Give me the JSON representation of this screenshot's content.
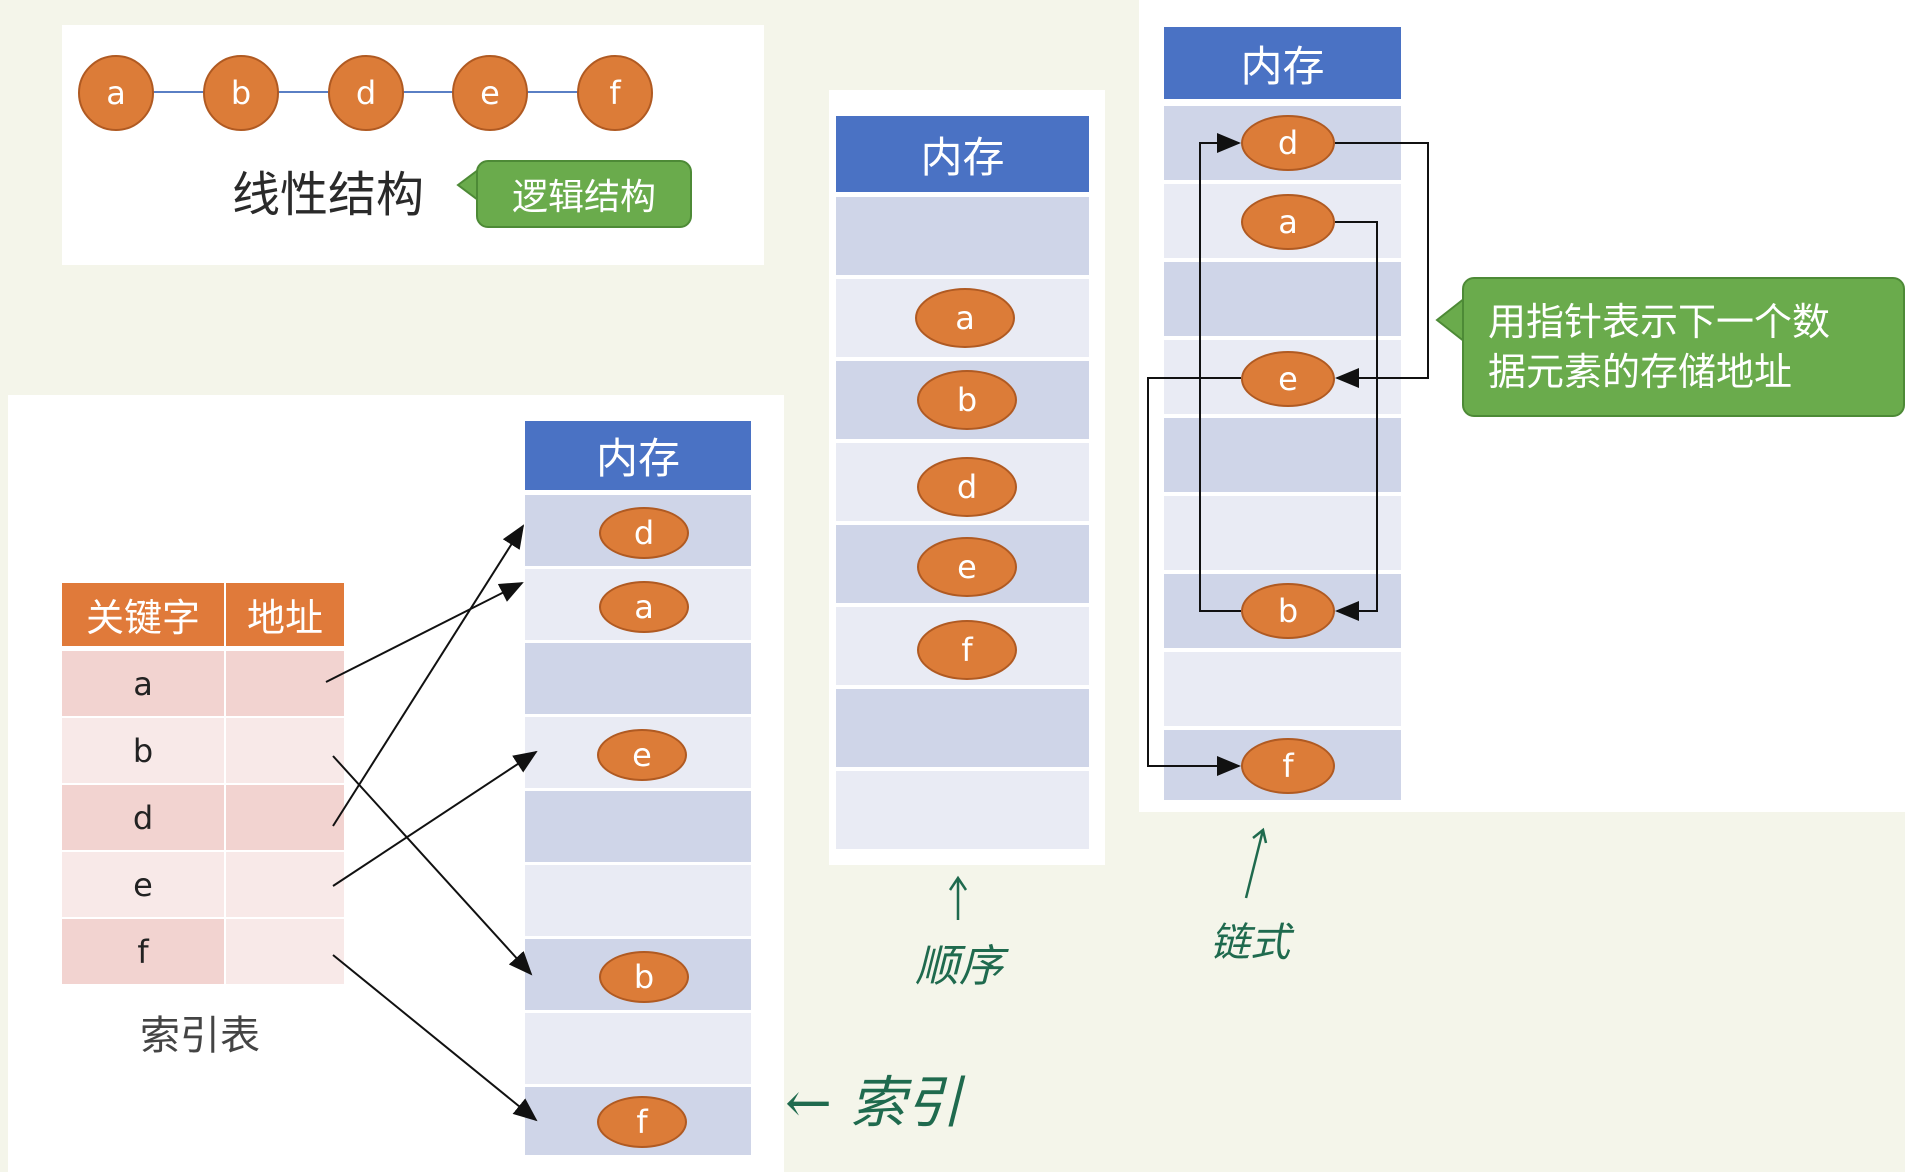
{
  "linear": {
    "nodes": [
      "a",
      "b",
      "d",
      "e",
      "f"
    ],
    "title": "线性结构",
    "callout": "逻辑结构"
  },
  "index_table": {
    "headers": [
      "关键字",
      "地址"
    ],
    "keys": [
      "a",
      "b",
      "d",
      "e",
      "f"
    ],
    "caption": "索引表"
  },
  "index_memory": {
    "header": "内存",
    "cells": [
      "d",
      "a",
      "",
      "e",
      "",
      "",
      "b",
      "",
      "f"
    ]
  },
  "sequential_memory": {
    "header": "内存",
    "cells": [
      "",
      "a",
      "b",
      "d",
      "e",
      "f",
      "",
      ""
    ]
  },
  "linked_memory": {
    "header": "内存",
    "cells": [
      "d",
      "a",
      "",
      "e",
      "",
      "",
      "b",
      "",
      "f"
    ]
  },
  "pointer_callout": [
    "用指针表示下一个数",
    "据元素的存储地址"
  ],
  "handwriting": {
    "index": "← 索引",
    "sequential": "顺序",
    "linked": "链式"
  },
  "colors": {
    "node_fill": "#dc7c38",
    "memory_header": "#4a72c4",
    "callout_green": "#6aab4c",
    "table_header": "#e07a3a",
    "handwriting": "#1f6a4e"
  }
}
